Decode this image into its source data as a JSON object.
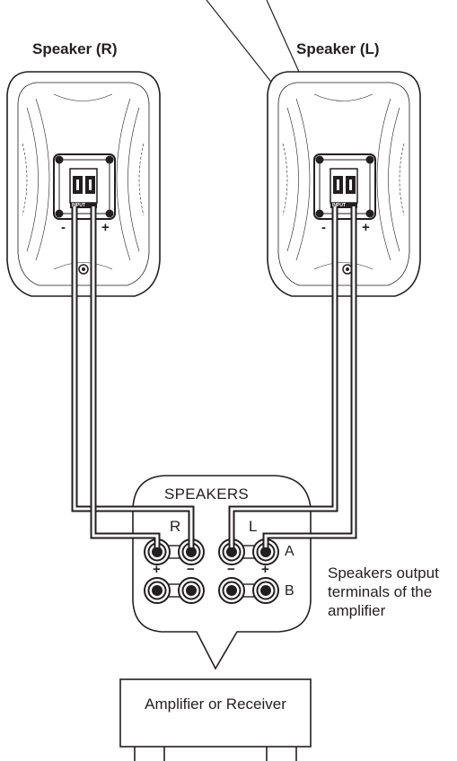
{
  "speakers": {
    "right": {
      "title": "Speaker (R)",
      "minus": "-",
      "plus": "+",
      "terminal_label": "INPUT"
    },
    "left": {
      "title": "Speaker (L)",
      "minus": "-",
      "plus": "+",
      "terminal_label": "INPUT"
    }
  },
  "amp_panel": {
    "title": "SPEAKERS",
    "right_channel": "R",
    "left_channel": "L",
    "row_a": "A",
    "row_b": "B",
    "polarity": {
      "r_plus": "+",
      "r_minus": "−",
      "l_minus": "−",
      "l_plus": "+"
    }
  },
  "callout": {
    "text": "Speakers output terminals of the amplifier"
  },
  "amplifier": {
    "label": "Amplifier or Receiver"
  }
}
